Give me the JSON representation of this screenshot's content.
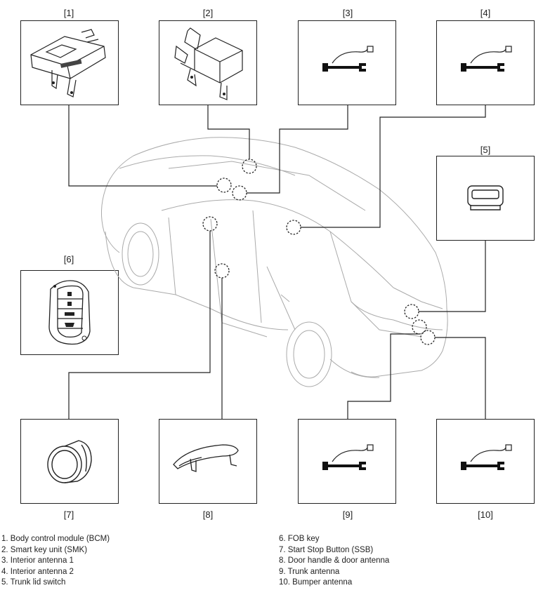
{
  "component_labels": {
    "c1": "[1]",
    "c2": "[2]",
    "c3": "[3]",
    "c4": "[4]",
    "c5": "[5]",
    "c6": "[6]",
    "c7": "[7]",
    "c8": "[8]",
    "c9": "[9]",
    "c10": "[10]"
  },
  "legend": {
    "left": [
      "1. Body control module (BCM)",
      "2. Smart key unit (SMK)",
      "3. Interior antenna 1",
      "4. Interior antenna 2",
      "5. Trunk lid switch"
    ],
    "right": [
      "6. FOB key",
      "7. Start Stop Button (SSB)",
      "8. Door handle & door antenna",
      "9. Trunk antenna",
      "10. Bumper antenna"
    ]
  }
}
